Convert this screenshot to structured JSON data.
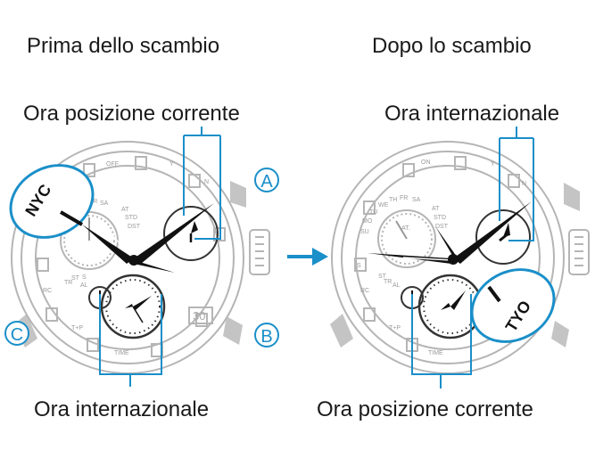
{
  "diagram": {
    "before_title": "Prima dello scambio",
    "after_title": "Dopo lo scambio",
    "before": {
      "top_label": "Ora posizione corrente",
      "bottom_label": "Ora internazionale",
      "city": "NYC",
      "date": "30"
    },
    "after": {
      "top_label": "Ora internazionale",
      "bottom_label": "Ora posizione corrente",
      "city": "TYO"
    },
    "buttons": {
      "a": "A",
      "b": "B",
      "c": "C"
    },
    "dial_marks": {
      "off": "OFF",
      "on": "ON",
      "y": "Y",
      "n": "N",
      "at": "AT",
      "std": "STD",
      "dst": "DST",
      "sa": "SA",
      "fr": "FR",
      "th": "TH",
      "we": "WE",
      "tu": "TU",
      "mo": "MO",
      "su": "SU",
      "s": "S",
      "tr": "TR",
      "st": "ST",
      "al": "AL",
      "rc": "RC",
      "tp": "T+P",
      "time": "TIME",
      "dot_at": "AT."
    },
    "accent_color": "#1a8fc9",
    "line_color": "#b5b5b5"
  }
}
